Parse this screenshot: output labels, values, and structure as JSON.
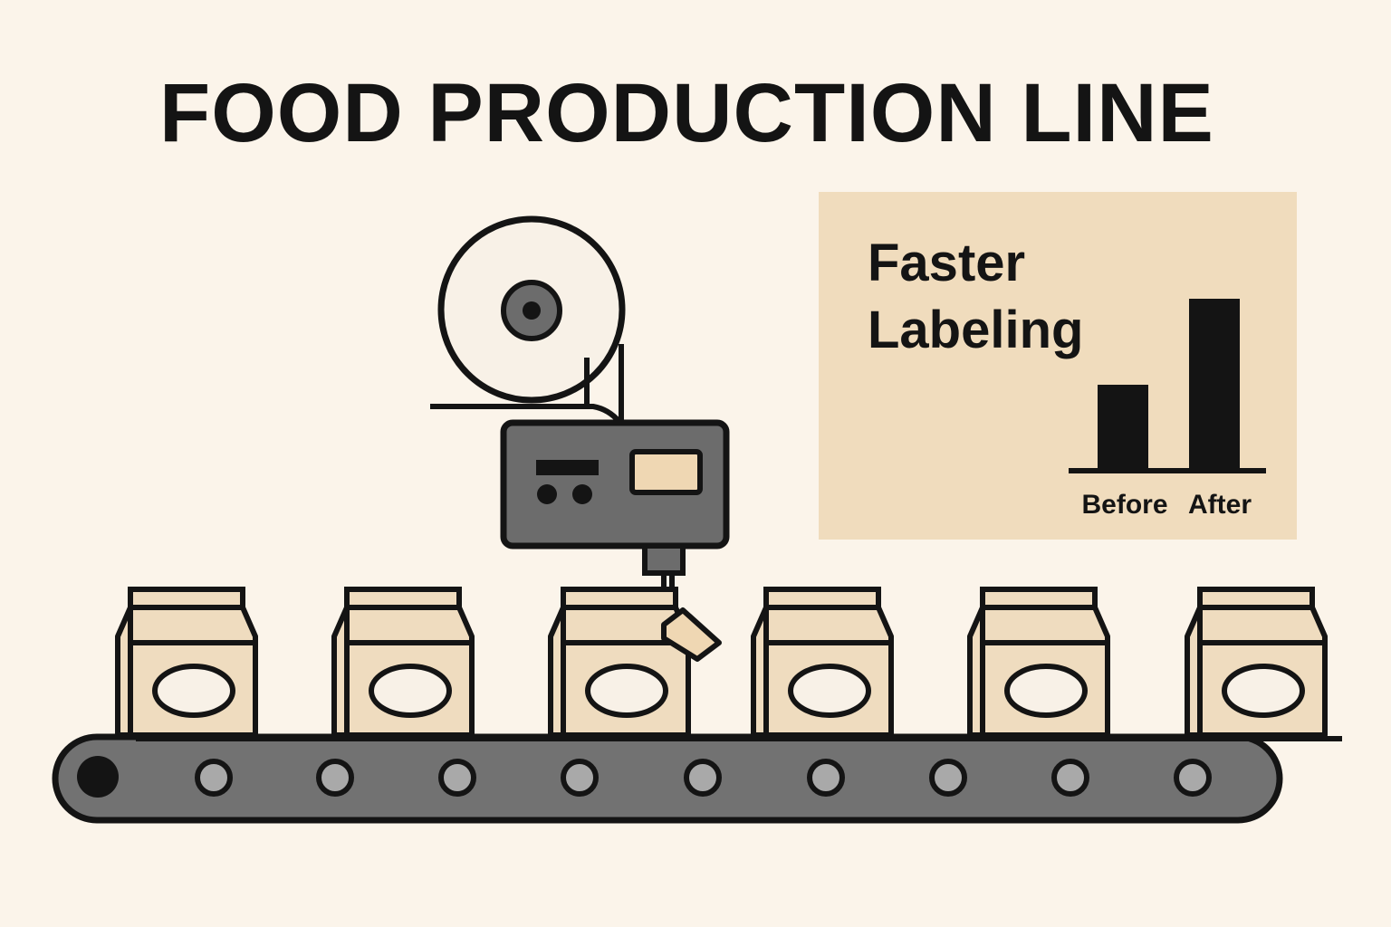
{
  "title": "FOOD PRODUCTION LINE",
  "colors": {
    "background": "#fbf4ea",
    "panel": "#f0dcbd",
    "ink": "#141414",
    "machine_gray": "#6c6c6c",
    "belt_gray": "#727272",
    "carton": "#efdcbf",
    "roll_white": "#f8f1e7",
    "display": "#efd7b3"
  },
  "panel": {
    "title_line1": "Faster",
    "title_line2": "Labeling"
  },
  "chart_data": {
    "type": "bar",
    "categories": [
      "Before",
      "After"
    ],
    "values": [
      1,
      2
    ]
  },
  "icons": [
    "label-roll-icon",
    "labeler-machine-icon",
    "carton-icon",
    "conveyor-belt-icon",
    "label-tag-icon"
  ]
}
